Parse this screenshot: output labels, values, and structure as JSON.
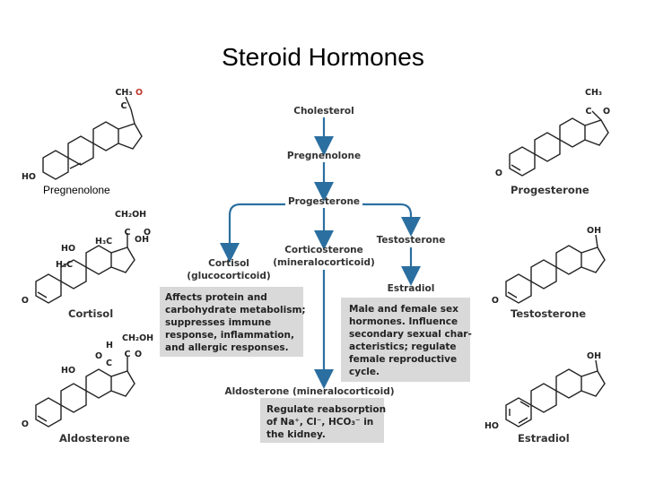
{
  "title": "Steroid Hormones",
  "pathway": {
    "cholesterol": "Cholesterol",
    "pregnenolone": "Pregnenolone",
    "progesterone": "Progesterone",
    "cortisol_line1": "Cortisol",
    "cortisol_line2": "(glucocorticoid)",
    "corticosterone_line1": "Corticosterone",
    "corticosterone_line2": "(mineralocorticoid)",
    "testosterone": "Testosterone",
    "estradiol": "Estradiol",
    "aldosterone": "Aldosterone (mineralocorticoid)"
  },
  "notes": {
    "cortisol": [
      "Affects protein and",
      "carbohydrate metabolism;",
      "suppresses immune",
      "response, inflammation,",
      "and allergic responses."
    ],
    "sex": [
      "Male and female sex",
      "hormones. Influence",
      "secondary sexual char-",
      "acteristics; regulate",
      "female reproductive",
      "cycle."
    ],
    "aldosterone": [
      "Regulate reabsorption",
      "of Na⁺, Cl⁻, HCO₃⁻ in",
      "the kidney."
    ]
  },
  "structures": {
    "pregnenolone": "Pregnenolone",
    "cortisol": "Cortisol",
    "aldosterone": "Aldosterone",
    "progesterone": "Progesterone",
    "testosterone": "Testosterone",
    "estradiol": "Estradiol"
  },
  "atoms": {
    "ch3": "CH₃",
    "o": "O",
    "c": "C",
    "ho": "HO",
    "oh": "OH",
    "ch2oh": "CH₂OH",
    "h3c": "H₃C",
    "h": "H"
  },
  "colors": {
    "arrow": "#2b6fa0",
    "note_box": "#d9d9d9",
    "red_oxygen": "#c0392b"
  }
}
